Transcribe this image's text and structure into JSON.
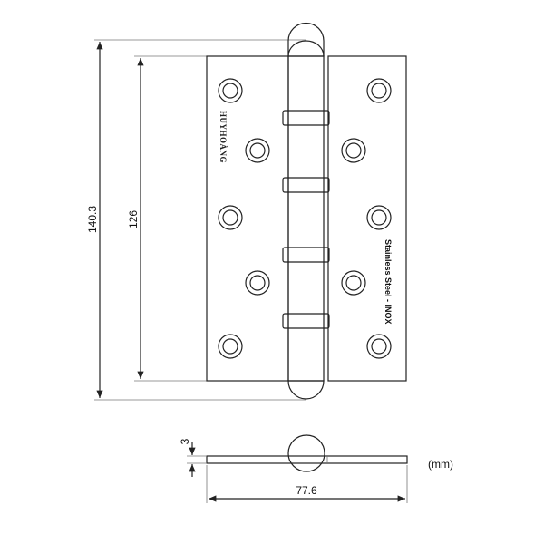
{
  "dimensions": {
    "overall_height": "140.3",
    "leaf_height": "126",
    "thickness": "3",
    "open_width": "77.6",
    "unit": "(mm)"
  },
  "leaf_text": "Stainless Steel - INOX",
  "logo_text": "HUYHOÀNG"
}
